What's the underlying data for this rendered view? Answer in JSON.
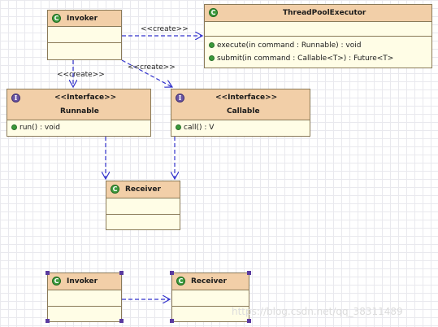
{
  "classes": {
    "invoker_top": {
      "name": "Invoker"
    },
    "thread_pool_executor": {
      "name": "ThreadPoolExecutor",
      "operations": [
        "execute(in command : Runnable) : void",
        "submit(in command : Callable<T>) : Future<T>"
      ]
    },
    "runnable": {
      "stereotype": "<<Interface>>",
      "name": "Runnable",
      "operations": [
        "run() : void"
      ]
    },
    "callable": {
      "stereotype": "<<Interface>>",
      "name": "Callable",
      "operations": [
        "call() : V"
      ]
    },
    "receiver_mid": {
      "name": "Receiver"
    },
    "invoker_bottom": {
      "name": "Invoker"
    },
    "receiver_bottom": {
      "name": "Receiver"
    }
  },
  "relations": {
    "create_label": "<<create>>"
  },
  "icons": {
    "class_icon": "C",
    "interface_icon": "I"
  },
  "colors": {
    "header": "#f2cfa8",
    "body": "#fffde6",
    "border": "#8a7a58",
    "arrow": "#3333cc"
  },
  "watermark": "https://blog.csdn.net/qq_38311489"
}
